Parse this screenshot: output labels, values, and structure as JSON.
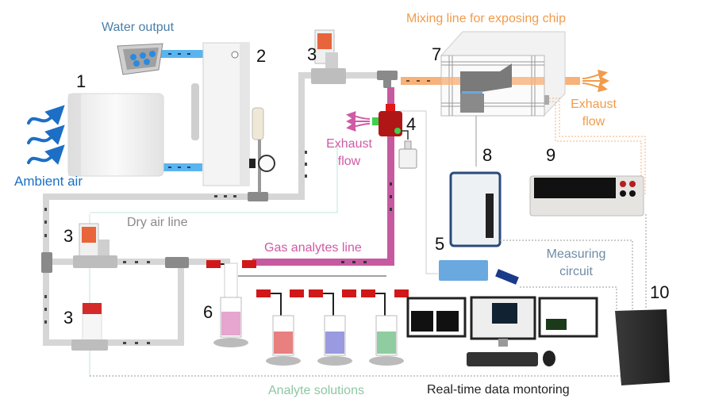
{
  "figure": {
    "title": "Gas sensing experimental setup",
    "component_numbers": {
      "n1": "1",
      "n2": "2",
      "n3a": "3",
      "n3b": "3",
      "n3c": "3",
      "n4": "4",
      "n5": "5",
      "n6": "6",
      "n7": "7",
      "n8": "8",
      "n9": "9",
      "n10": "10"
    },
    "labels": {
      "water_output": "Water output",
      "ambient_air": "Ambient air",
      "mixing_line": "Mixing line for exposing chip",
      "exhaust_flow_orange_1": "Exhaust",
      "exhaust_flow_orange_2": "flow",
      "exhaust_flow_pink_1": "Exhaust",
      "exhaust_flow_pink_2": "flow",
      "dry_air_line": "Dry air line",
      "gas_analytes_line": "Gas analytes line",
      "measuring_circuit_1": "Measuring",
      "measuring_circuit_2": "circuit",
      "analyte_solutions": "Analyte solutions",
      "real_time_monitoring": "Real-time data montoring"
    },
    "colors": {
      "water_line": "#4aa8e8",
      "dry_air_line": "#d8d8d8",
      "gas_line": "#c65aa0",
      "mixing_line": "#f7b27a",
      "exhaust_orange": "#f29b4a",
      "valve_red": "#d01818",
      "ambient_blue": "#1c6fc4",
      "solution_pink": "#e6a6d0",
      "solution_red": "#e88080",
      "solution_blue": "#9a9ae0",
      "solution_green": "#8fcca0"
    }
  }
}
